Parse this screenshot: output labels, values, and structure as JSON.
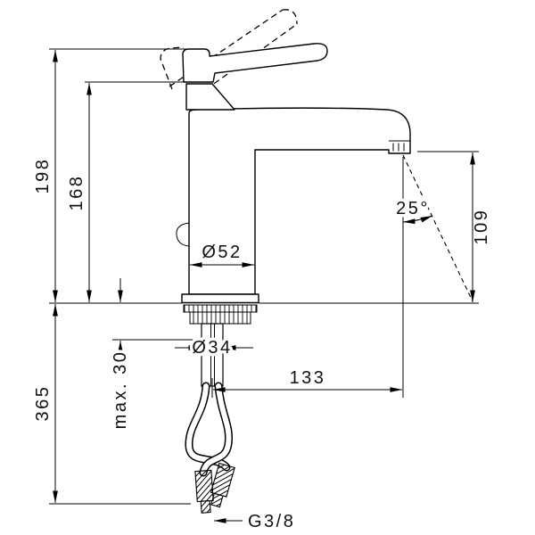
{
  "labels": {
    "height_total": "198",
    "height_upper": "168",
    "spout_height": "109",
    "height_below": "365",
    "counter_max": "max. 30",
    "dia_body": "Ø52",
    "dia_shank": "Ø34",
    "reach": "133",
    "angle": "25°",
    "thread": "G3/8"
  },
  "colors": {
    "line": "#000000",
    "background": "#ffffff"
  }
}
